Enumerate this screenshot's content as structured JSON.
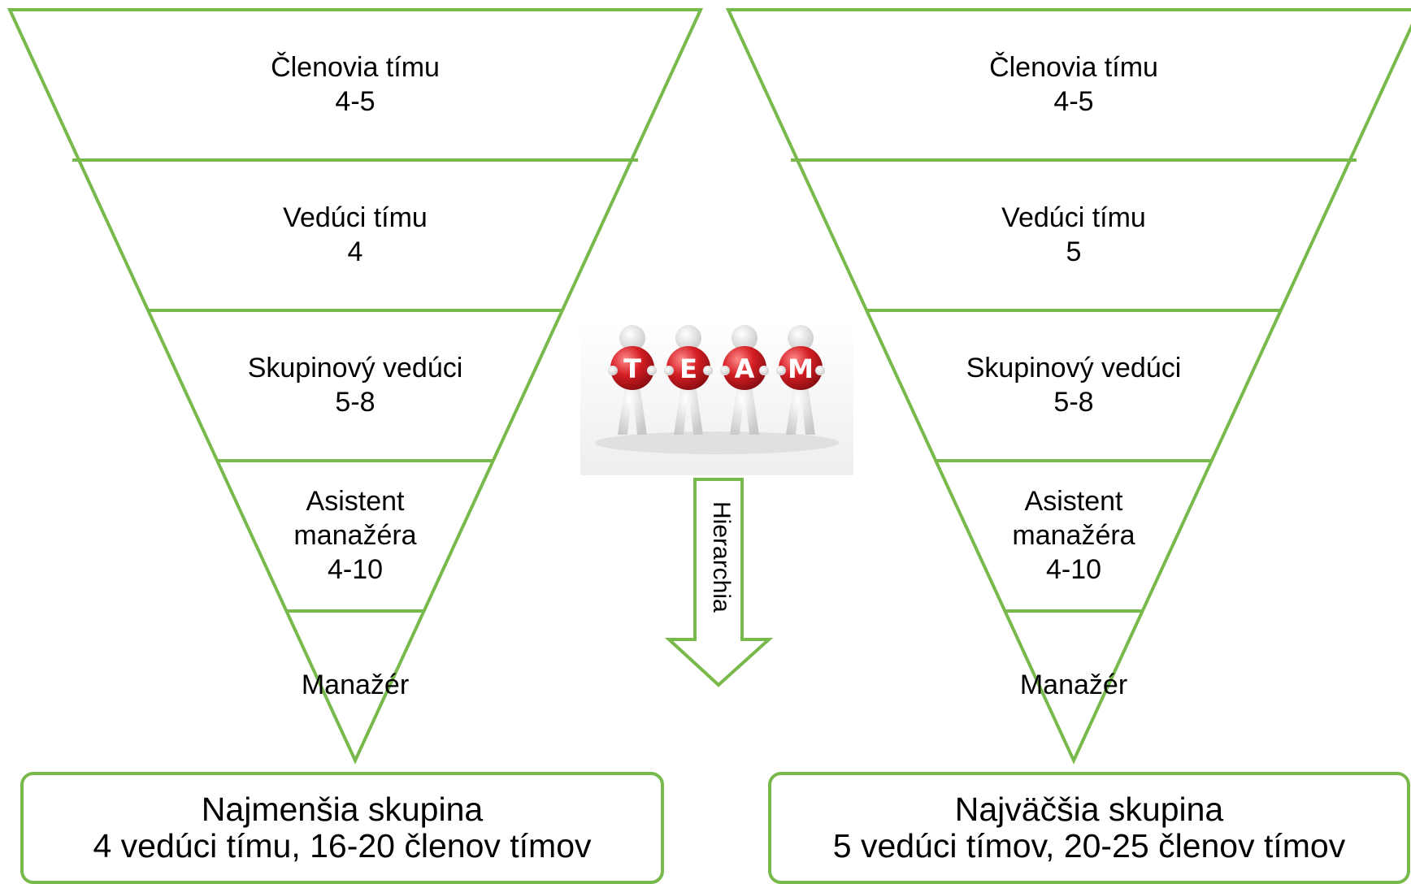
{
  "colors": {
    "accent": "#77b94a"
  },
  "left_pyramid": {
    "levels": [
      {
        "label": "Členovia tímu",
        "value": "4-5"
      },
      {
        "label": "Vedúci tímu",
        "value": "4"
      },
      {
        "label": "Skupinový vedúci",
        "value": "5-8"
      },
      {
        "label_line1": "Asistent",
        "label_line2": "manažéra",
        "value": "4-10"
      },
      {
        "label": "Manažér"
      }
    ],
    "summary": {
      "line1": "Najmenšia skupina",
      "line2": "4 vedúci tímu, 16-20 členov tímov"
    }
  },
  "right_pyramid": {
    "levels": [
      {
        "label": "Členovia tímu",
        "value": "4-5"
      },
      {
        "label": "Vedúci tímu",
        "value": "5"
      },
      {
        "label": "Skupinový vedúci",
        "value": "5-8"
      },
      {
        "label_line1": "Asistent",
        "label_line2": "manažéra",
        "value": "4-10"
      },
      {
        "label": "Manažér"
      }
    ],
    "summary": {
      "line1": "Najväčšia skupina",
      "line2": "5 vedúci tímov, 20-25 členov tímov"
    }
  },
  "team_image": {
    "letters": [
      "T",
      "E",
      "A",
      "M"
    ]
  },
  "arrow": {
    "label": "Hierarchia"
  }
}
